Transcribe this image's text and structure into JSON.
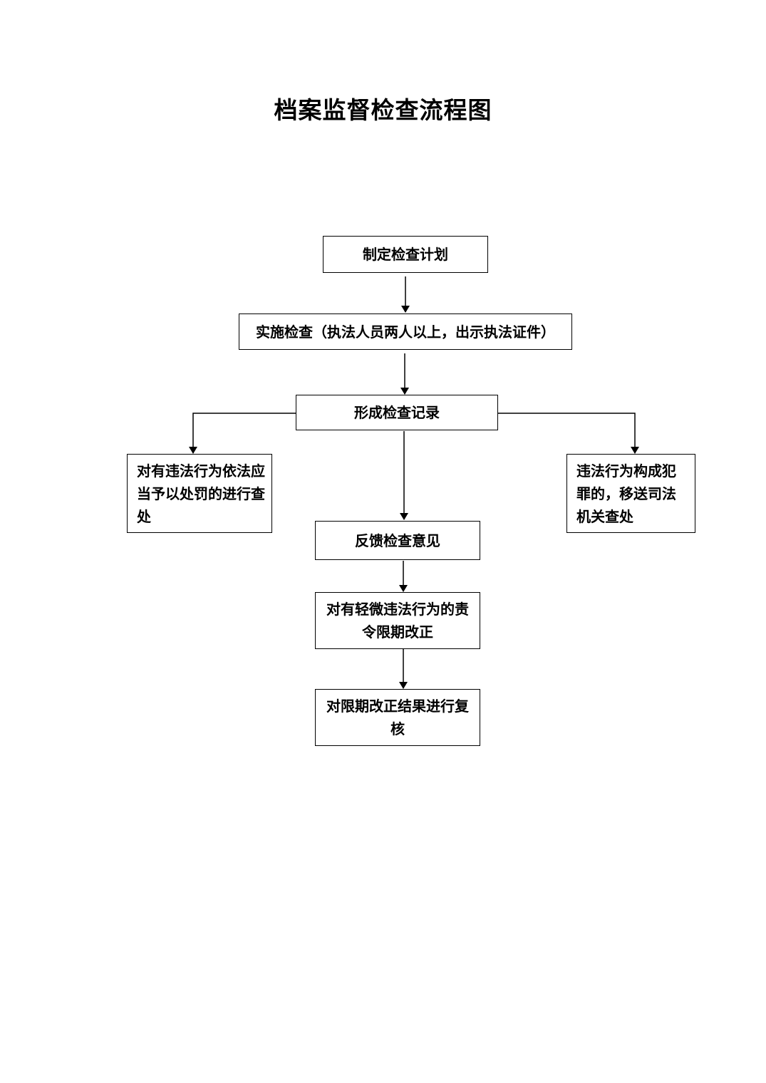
{
  "title": "档案监督检查流程图",
  "nodes": {
    "plan": "制定检查计划",
    "inspect": "实施检查（执法人员两人以上，出示执法证件）",
    "record": "形成检查记录",
    "punish": "对有违法行为依法应当予以处罚的进行查处",
    "transfer": "违法行为构成犯罪的，移送司法机关查处",
    "feedback": "反馈检查意见",
    "rectify": "对有轻微违法行为的责令限期改正",
    "review": "对限期改正结果进行复核"
  },
  "edges": [
    {
      "from": "plan",
      "to": "inspect"
    },
    {
      "from": "inspect",
      "to": "record"
    },
    {
      "from": "record",
      "to": "punish"
    },
    {
      "from": "record",
      "to": "transfer"
    },
    {
      "from": "record",
      "to": "feedback"
    },
    {
      "from": "feedback",
      "to": "rectify"
    },
    {
      "from": "rectify",
      "to": "review"
    }
  ]
}
